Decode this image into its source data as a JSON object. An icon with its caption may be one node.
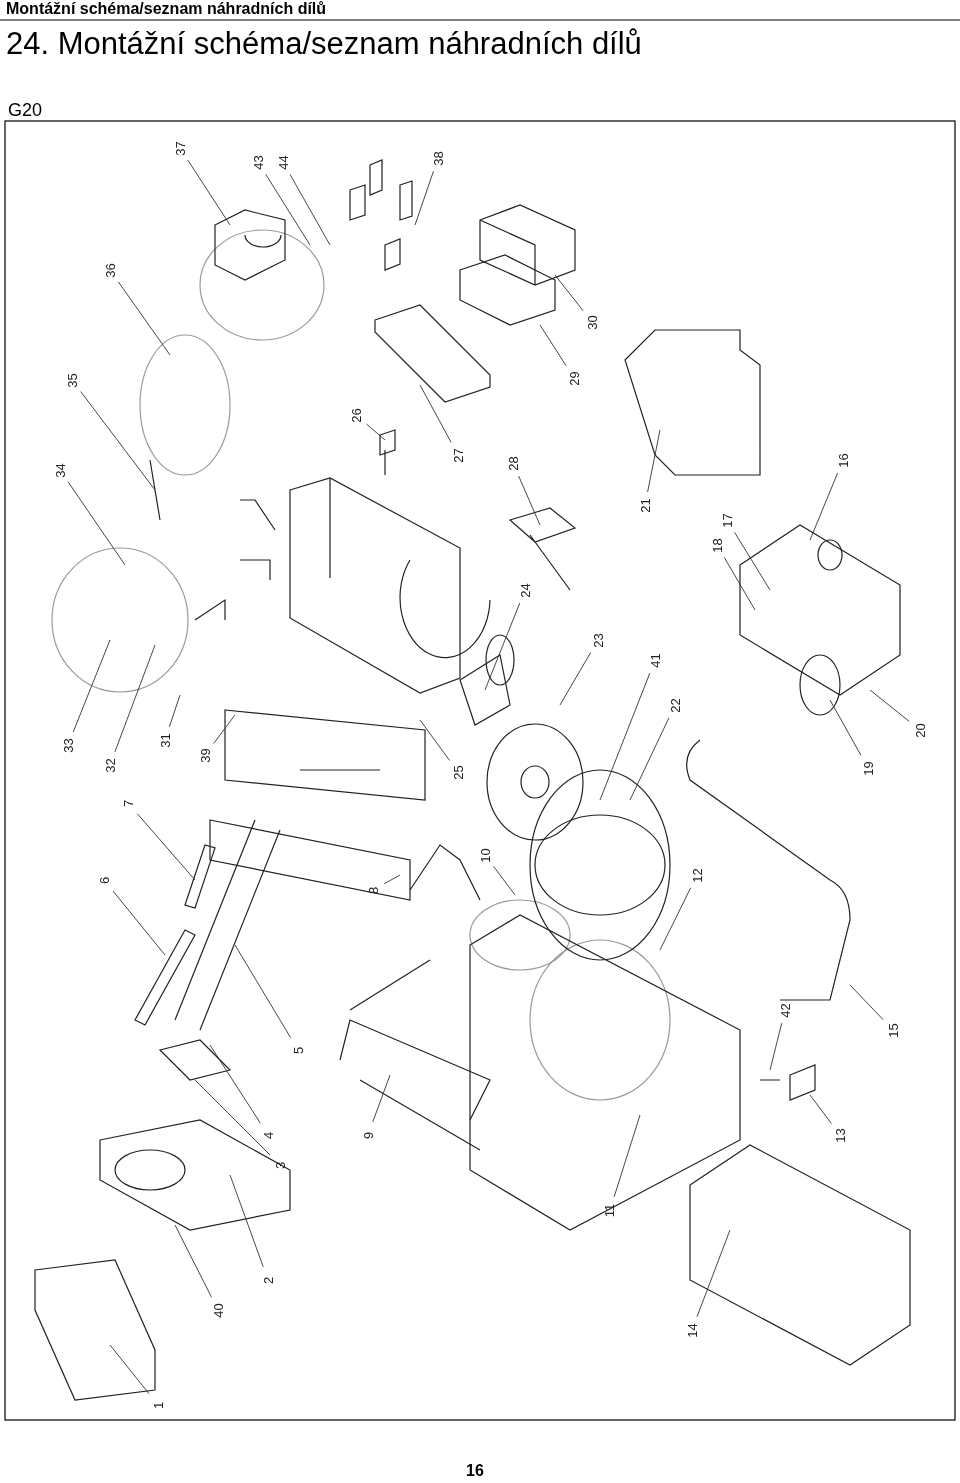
{
  "diagram": {
    "title": "24. Montážní schéma/seznam náhradních dílů",
    "nodes": [
      {
        "text": [
          "37"
        ]
      },
      {
        "text": [
          "43"
        ]
      },
      {
        "text": [
          "44"
        ]
      },
      {
        "text": [
          "38"
        ]
      },
      {
        "text": [
          "36"
        ]
      },
      {
        "text": [
          "30"
        ]
      },
      {
        "text": [
          "35"
        ]
      },
      {
        "text": [
          "29"
        ]
      },
      {
        "text": [
          "26"
        ]
      },
      {
        "text": [
          "27"
        ]
      },
      {
        "text": [
          "28"
        ]
      },
      {
        "text": [
          "16"
        ]
      },
      {
        "text": [
          "34"
        ]
      },
      {
        "text": [
          "21"
        ]
      },
      {
        "text": [
          "17"
        ]
      },
      {
        "text": [
          "18"
        ]
      },
      {
        "text": [
          "24"
        ]
      },
      {
        "text": [
          "23"
        ]
      },
      {
        "text": [
          "41"
        ]
      },
      {
        "text": [
          "22"
        ]
      },
      {
        "text": [
          "20"
        ]
      },
      {
        "text": [
          "33"
        ]
      },
      {
        "text": [
          "31"
        ]
      },
      {
        "text": [
          "32"
        ]
      },
      {
        "text": [
          "39"
        ]
      },
      {
        "text": [
          "19"
        ]
      },
      {
        "text": [
          "25"
        ]
      },
      {
        "text": [
          "7"
        ]
      },
      {
        "text": [
          "10"
        ]
      },
      {
        "text": [
          "12"
        ]
      },
      {
        "text": [
          "6"
        ]
      },
      {
        "text": [
          "8"
        ]
      },
      {
        "text": [
          "42"
        ]
      },
      {
        "text": [
          "15"
        ]
      },
      {
        "text": [
          "5"
        ]
      },
      {
        "text": [
          "4"
        ]
      },
      {
        "text": [
          "9"
        ]
      },
      {
        "text": [
          "13"
        ]
      },
      {
        "text": [
          "3"
        ]
      },
      {
        "text": [
          "11"
        ]
      },
      {
        "text": [
          "2"
        ]
      },
      {
        "text": [
          "40"
        ]
      },
      {
        "text": [
          "14"
        ]
      },
      {
        "text": [
          "1"
        ]
      }
    ],
    "edges": [
      {
        "from": 0,
        "to": null,
        "arrow": "none"
      },
      {
        "from": 1,
        "to": null,
        "arrow": "none"
      },
      {
        "from": 2,
        "to": null,
        "arrow": "none"
      },
      {
        "from": 3,
        "to": null,
        "arrow": "none"
      },
      {
        "from": 4,
        "to": null,
        "arrow": "none"
      },
      {
        "from": 5,
        "to": null,
        "arrow": "none"
      },
      {
        "from": 6,
        "to": null,
        "arrow": "none"
      },
      {
        "from": 7,
        "to": null,
        "arrow": "none"
      },
      {
        "from": 8,
        "to": null,
        "arrow": "none"
      },
      {
        "from": 9,
        "to": null,
        "arrow": "none"
      },
      {
        "from": 10,
        "to": null,
        "arrow": "none"
      },
      {
        "from": 11,
        "to": null,
        "arrow": "none"
      },
      {
        "from": 12,
        "to": null,
        "arrow": "none"
      },
      {
        "from": 13,
        "to": null,
        "arrow": "none"
      },
      {
        "from": 14,
        "to": null,
        "arrow": "none"
      },
      {
        "from": 15,
        "to": null,
        "arrow": "none"
      },
      {
        "from": 16,
        "to": null,
        "arrow": "none"
      },
      {
        "from": 17,
        "to": null,
        "arrow": "none"
      },
      {
        "from": 18,
        "to": null,
        "arrow": "none"
      },
      {
        "from": 19,
        "to": null,
        "arrow": "none"
      },
      {
        "from": 20,
        "to": null,
        "arrow": "none"
      },
      {
        "from": 21,
        "to": null,
        "arrow": "none"
      },
      {
        "from": 22,
        "to": null,
        "arrow": "none"
      },
      {
        "from": 23,
        "to": null,
        "arrow": "none"
      },
      {
        "from": 24,
        "to": null,
        "arrow": "none"
      },
      {
        "from": 25,
        "to": null,
        "arrow": "none"
      },
      {
        "from": 26,
        "to": null,
        "arrow": "none"
      },
      {
        "from": 27,
        "to": null,
        "arrow": "none"
      },
      {
        "from": 28,
        "to": null,
        "arrow": "none"
      },
      {
        "from": 29,
        "to": null,
        "arrow": "none"
      },
      {
        "from": 30,
        "to": null,
        "arrow": "none"
      },
      {
        "from": 31,
        "to": null,
        "arrow": "none"
      },
      {
        "from": 32,
        "to": null,
        "arrow": "none"
      },
      {
        "from": 33,
        "to": null,
        "arrow": "none"
      },
      {
        "from": 34,
        "to": null,
        "arrow": "none"
      },
      {
        "from": 35,
        "to": null,
        "arrow": "none"
      },
      {
        "from": 36,
        "to": null,
        "arrow": "none"
      },
      {
        "from": 37,
        "to": null,
        "arrow": "none"
      },
      {
        "from": 38,
        "to": null,
        "arrow": "none"
      },
      {
        "from": 39,
        "to": null,
        "arrow": "none"
      },
      {
        "from": 40,
        "to": null,
        "arrow": "none"
      },
      {
        "from": 41,
        "to": null,
        "arrow": "none"
      },
      {
        "from": 42,
        "to": null,
        "arrow": "none"
      },
      {
        "from": 43,
        "to": null,
        "arrow": "none"
      }
    ],
    "labels": [
      "Montážní schéma/seznam náhradních dílů",
      "G20",
      "16"
    ]
  }
}
